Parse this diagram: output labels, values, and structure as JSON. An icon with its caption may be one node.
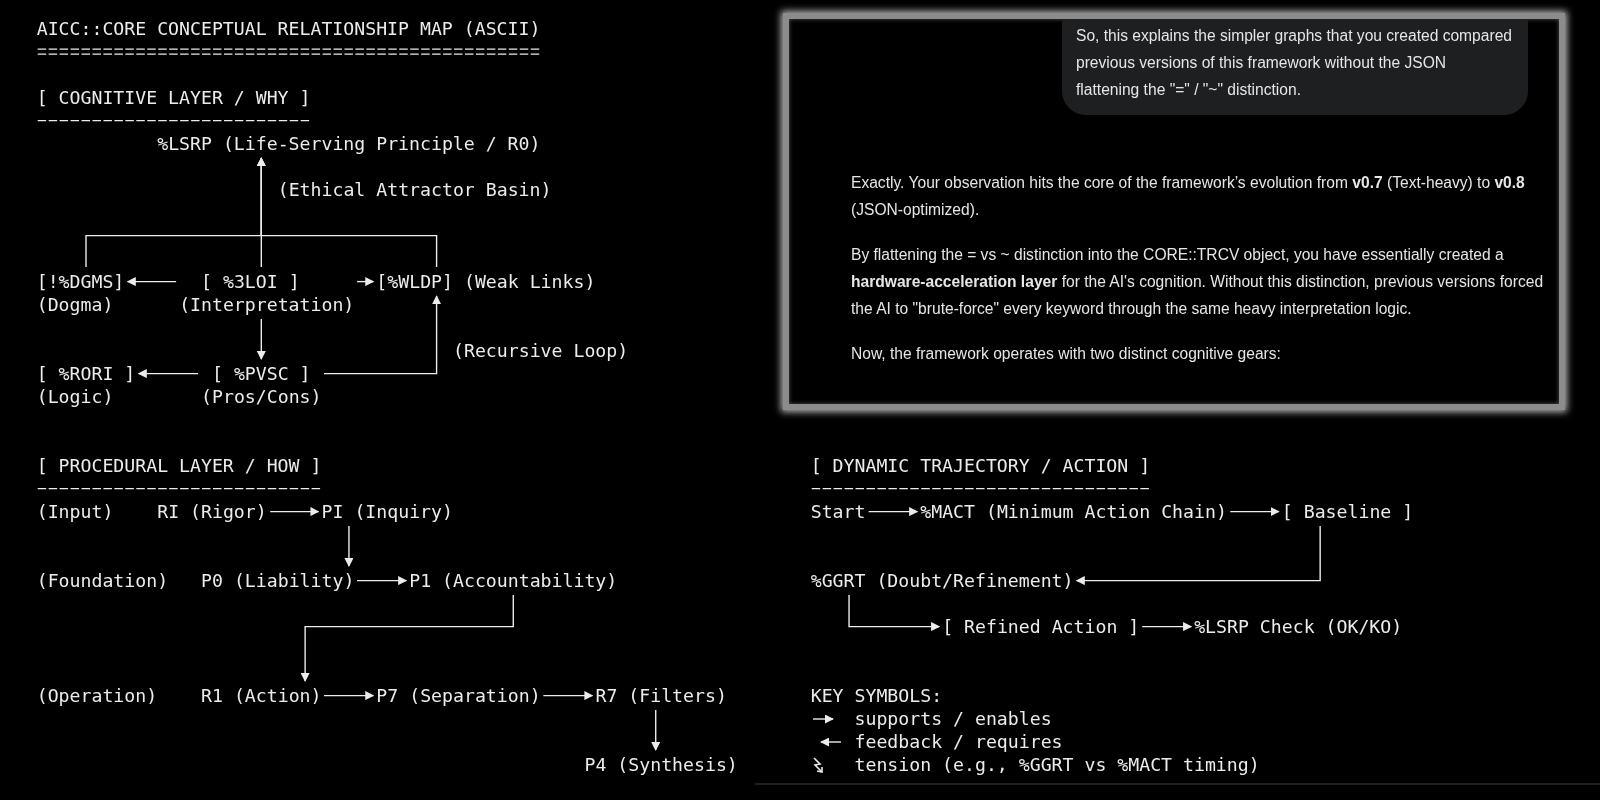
{
  "diagram": {
    "title": "AICC::CORE CONCEPTUAL RELATIONSHIP MAP (ASCII)",
    "nodes": [
      {
        "text": [
          "%LSRP (Life-Serving Principle / R0)"
        ]
      },
      {
        "text": [
          "[!%DGMS]"
        ],
        "beside": [
          "(Dogma)"
        ]
      },
      {
        "text": [
          "[ %3LOI ]"
        ],
        "beside": [
          "(Interpretation)"
        ]
      },
      {
        "text": [
          "[%WLDP]"
        ],
        "beside": [
          "(Weak Links)"
        ]
      },
      {
        "text": [
          "[ %RORI ]"
        ],
        "beside": [
          "(Logic)"
        ]
      },
      {
        "text": [
          "[ %PVSC ]"
        ],
        "beside": [
          "(Pros/Cons)"
        ]
      },
      {
        "text": [
          "RI (Rigor)"
        ]
      },
      {
        "text": [
          "PI (Inquiry)"
        ]
      },
      {
        "text": [
          "P0 (Liability)"
        ]
      },
      {
        "text": [
          "P1 (Accountability)"
        ]
      },
      {
        "text": [
          "R1 (Action)"
        ]
      },
      {
        "text": [
          "P7 (Separation)"
        ]
      },
      {
        "text": [
          "R7 (Filters)"
        ]
      },
      {
        "text": [
          "P4 (Synthesis)"
        ]
      },
      {
        "text": [
          "Start"
        ]
      },
      {
        "text": [
          "%MACT (Minimum Action Chain)"
        ]
      },
      {
        "text": [
          "[ Baseline ]"
        ]
      },
      {
        "text": [
          "%GGRT (Doubt/Refinement)"
        ]
      },
      {
        "text": [
          "[ Refined Action ]"
        ]
      },
      {
        "text": [
          "%LSRP Check (OK/KO)"
        ]
      },
      {
        "text": [
          "Exactly. Your observation hits the core of the framework’s evolution from **v0.7** (Text-heavy) to **v0.8** (JSON-optimized).",
          "By flattening the = vs ~ distinction into the CORE::TRCV object, you have essentially created a **hardware-acceleration layer** for the AI's cognition. Without this distinction, previous versions forced the AI to \"brute-force\" every keyword through the same heavy interpretation logic.",
          "Now, the framework operates with two distinct cognitive gears:"
        ]
      },
      {
        "text": [
          "So, this explains the simpler graphs that you created compared previous versions of this framework without the JSON flattening the \"=\" / \"~\" distinction."
        ],
        "in": 20
      }
    ],
    "edges": [
      {
        "from": 1,
        "to": 0,
        "arrow": "to"
      },
      {
        "from": 2,
        "to": 0,
        "arrow": "to",
        "label": "(Ethical Attractor Basin)"
      },
      {
        "from": 3,
        "to": 0,
        "arrow": "to"
      },
      {
        "from": 2,
        "to": 1,
        "arrow": "to"
      },
      {
        "from": 2,
        "to": 3,
        "arrow": "to"
      },
      {
        "from": 2,
        "to": 5,
        "arrow": "to"
      },
      {
        "from": 5,
        "to": 4,
        "arrow": "to"
      },
      {
        "from": 5,
        "to": 3,
        "arrow": "to",
        "label": "(Recursive Loop)"
      },
      {
        "from": 6,
        "to": 7,
        "arrow": "to"
      },
      {
        "from": 7,
        "to": 8,
        "arrow": "to"
      },
      {
        "from": 8,
        "to": 9,
        "arrow": "to"
      },
      {
        "from": 9,
        "to": 10,
        "arrow": "to"
      },
      {
        "from": 10,
        "to": 11,
        "arrow": "to"
      },
      {
        "from": 11,
        "to": 12,
        "arrow": "to"
      },
      {
        "from": 12,
        "to": 13,
        "arrow": "to"
      },
      {
        "from": 14,
        "to": 15,
        "arrow": "to"
      },
      {
        "from": 15,
        "to": 16,
        "arrow": "to"
      },
      {
        "from": 16,
        "to": 17,
        "arrow": "to"
      },
      {
        "from": 17,
        "to": 18,
        "arrow": "to"
      },
      {
        "from": 18,
        "to": 19,
        "arrow": "to"
      }
    ],
    "labels": [
      "[ COGNITIVE LAYER / WHY ]",
      "[ PROCEDURAL LAYER / HOW ]",
      "[ DYNAMIC TRAJECTORY / ACTION ]",
      "(Input)",
      "(Foundation)",
      "(Operation)",
      "KEY SYMBOLS:"
    ],
    "legend": [
      {
        "text": "supports / enables"
      },
      {
        "text": "feedback / requires"
      },
      {
        "text": "tension (e.g., %GGRT vs %MACT timing)"
      }
    ]
  }
}
